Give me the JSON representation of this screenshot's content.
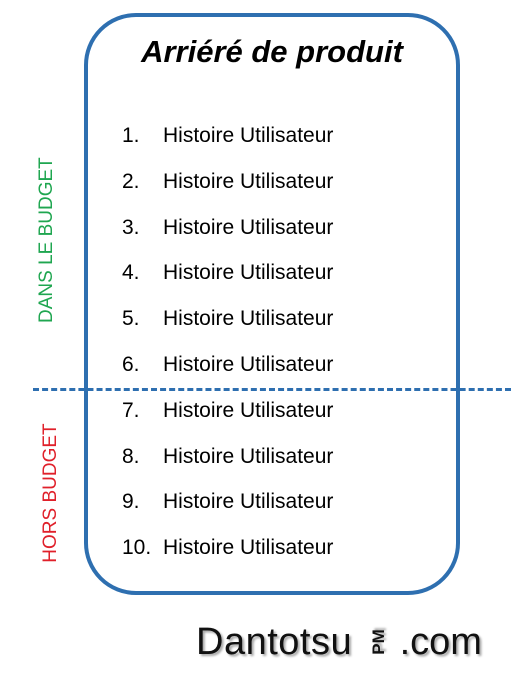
{
  "title": "Arriéré de produit",
  "stories": [
    {
      "num": "1.",
      "label": "Histoire Utilisateur"
    },
    {
      "num": "2.",
      "label": "Histoire Utilisateur"
    },
    {
      "num": "3.",
      "label": "Histoire Utilisateur"
    },
    {
      "num": "4.",
      "label": "Histoire Utilisateur"
    },
    {
      "num": "5.",
      "label": "Histoire Utilisateur"
    },
    {
      "num": "6.",
      "label": "Histoire Utilisateur"
    },
    {
      "num": "7.",
      "label": "Histoire Utilisateur"
    },
    {
      "num": "8.",
      "label": "Histoire Utilisateur"
    },
    {
      "num": "9.",
      "label": "Histoire Utilisateur"
    },
    {
      "num": "10.",
      "label": "Histoire Utilisateur"
    }
  ],
  "labels": {
    "in_budget": "DANS LE BUDGET",
    "out_budget": "HORS BUDGET"
  },
  "brand": {
    "main": "Dantotsu",
    "pm": "PM",
    "suffix": ".com"
  },
  "colors": {
    "frame": "#2e6fb0",
    "in_budget": "#1fa650",
    "out_budget": "#e0202a"
  }
}
